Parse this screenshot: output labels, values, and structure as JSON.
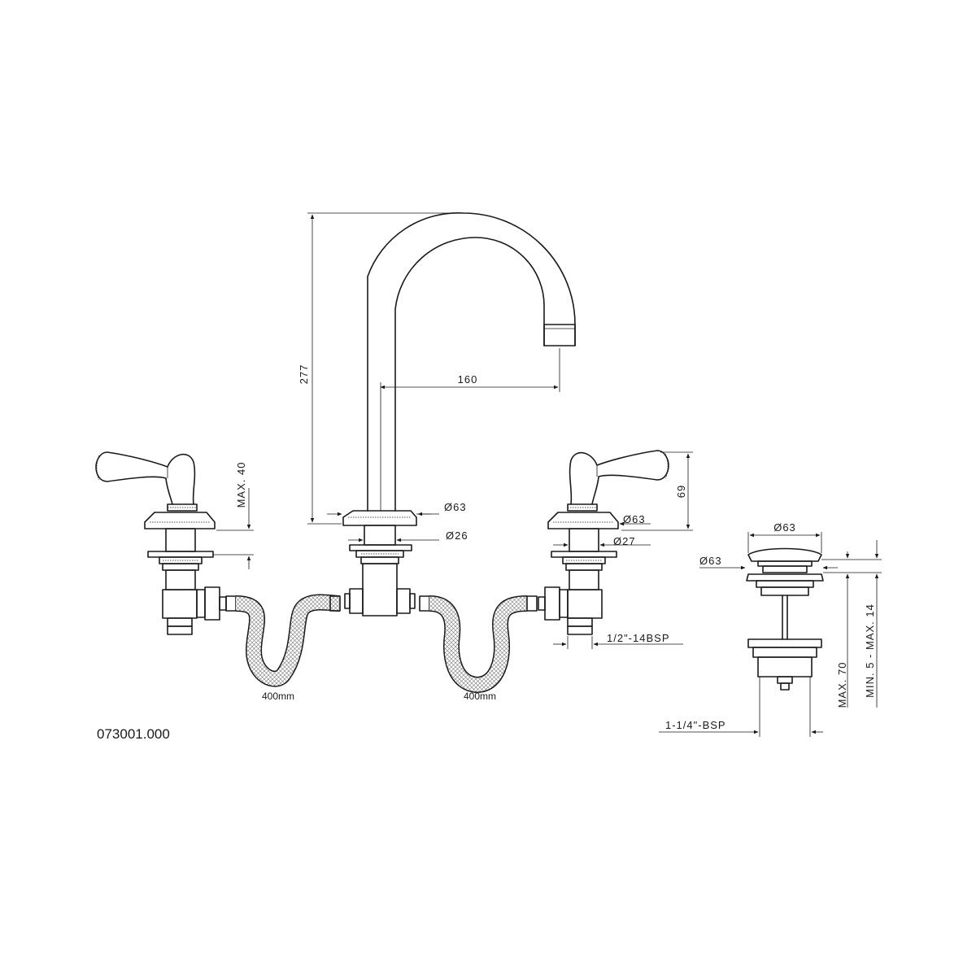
{
  "diagram": {
    "product_code": "073001.000",
    "dimensions": {
      "spout_height": "277",
      "spout_reach": "160",
      "spout_base_diameter": "Ø63",
      "spout_shank_diameter": "Ø26",
      "handle_height": "69",
      "handle_base_diameter": "Ø63",
      "handle_shank_diameter": "Ø27",
      "max_deck_thickness": "MAX. 40",
      "inlet_thread": "1/2\"-14BSP",
      "hose_length_left": "400mm",
      "hose_length_right": "400mm",
      "waste_cap_diameter": "Ø63",
      "waste_flange_diameter": "Ø63",
      "waste_deck_range": "MIN. 5 - MAX. 14",
      "waste_max_length": "MAX. 70",
      "waste_thread": "1-1/4\"-BSP"
    }
  }
}
